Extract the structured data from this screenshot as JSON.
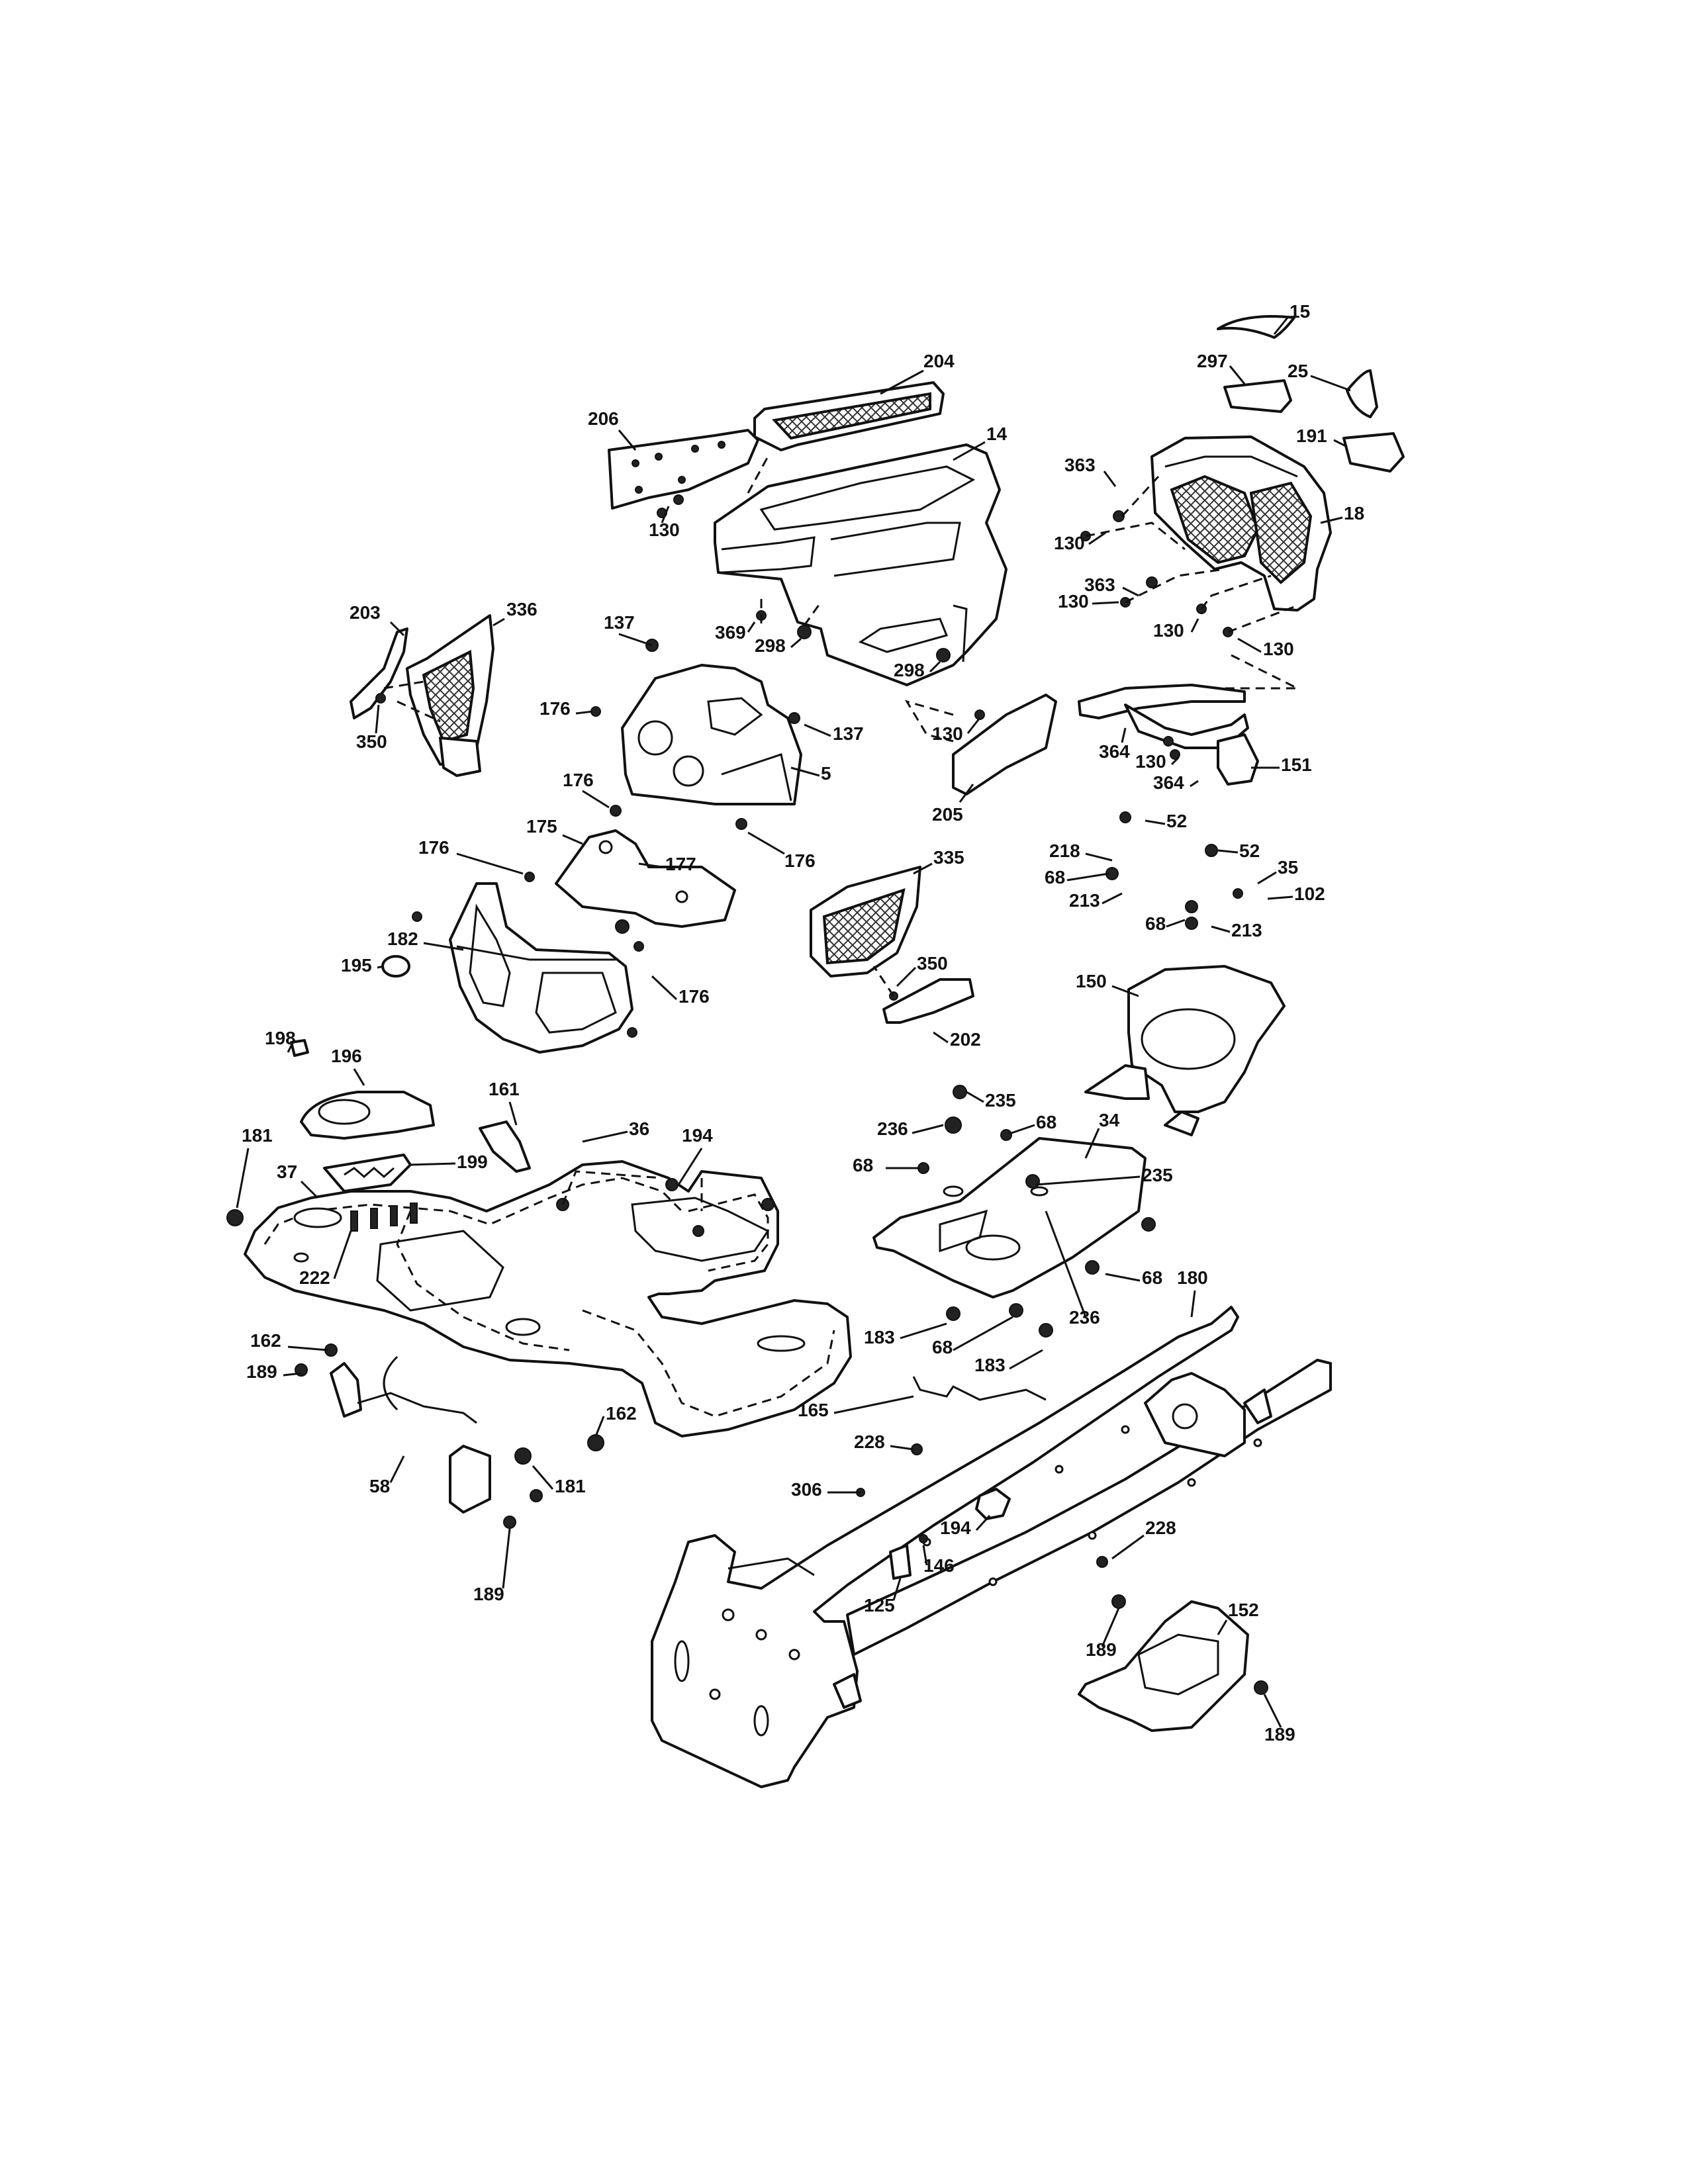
{
  "callouts": [
    {
      "id": "c-15",
      "label": "15"
    },
    {
      "id": "c-204",
      "label": "204"
    },
    {
      "id": "c-297",
      "label": "297"
    },
    {
      "id": "c-25",
      "label": "25"
    },
    {
      "id": "c-206",
      "label": "206"
    },
    {
      "id": "c-14",
      "label": "14"
    },
    {
      "id": "c-191",
      "label": "191"
    },
    {
      "id": "c-363a",
      "label": "363"
    },
    {
      "id": "c-130a",
      "label": "130"
    },
    {
      "id": "c-130b",
      "label": "130"
    },
    {
      "id": "c-18",
      "label": "18"
    },
    {
      "id": "c-363b",
      "label": "363"
    },
    {
      "id": "c-130c",
      "label": "130"
    },
    {
      "id": "c-203",
      "label": "203"
    },
    {
      "id": "c-336",
      "label": "336"
    },
    {
      "id": "c-137a",
      "label": "137"
    },
    {
      "id": "c-369",
      "label": "369"
    },
    {
      "id": "c-298a",
      "label": "298"
    },
    {
      "id": "c-130d",
      "label": "130"
    },
    {
      "id": "c-130e",
      "label": "130"
    },
    {
      "id": "c-298b",
      "label": "298"
    },
    {
      "id": "c-176a",
      "label": "176"
    },
    {
      "id": "c-137b",
      "label": "137"
    },
    {
      "id": "c-350a",
      "label": "350"
    },
    {
      "id": "c-130f",
      "label": "130"
    },
    {
      "id": "c-364a",
      "label": "364"
    },
    {
      "id": "c-130g",
      "label": "130"
    },
    {
      "id": "c-151",
      "label": "151"
    },
    {
      "id": "c-5",
      "label": "5"
    },
    {
      "id": "c-176b",
      "label": "176"
    },
    {
      "id": "c-205",
      "label": "205"
    },
    {
      "id": "c-364b",
      "label": "364"
    },
    {
      "id": "c-175",
      "label": "175"
    },
    {
      "id": "c-52a",
      "label": "52"
    },
    {
      "id": "c-176c",
      "label": "176"
    },
    {
      "id": "c-177",
      "label": "177"
    },
    {
      "id": "c-218",
      "label": "218"
    },
    {
      "id": "c-52b",
      "label": "52"
    },
    {
      "id": "c-335",
      "label": "335"
    },
    {
      "id": "c-176d",
      "label": "176"
    },
    {
      "id": "c-68a",
      "label": "68"
    },
    {
      "id": "c-35",
      "label": "35"
    },
    {
      "id": "c-213a",
      "label": "213"
    },
    {
      "id": "c-102",
      "label": "102"
    },
    {
      "id": "c-182",
      "label": "182"
    },
    {
      "id": "c-68b",
      "label": "68"
    },
    {
      "id": "c-213b",
      "label": "213"
    },
    {
      "id": "c-195",
      "label": "195"
    },
    {
      "id": "c-350b",
      "label": "350"
    },
    {
      "id": "c-176e",
      "label": "176"
    },
    {
      "id": "c-150",
      "label": "150"
    },
    {
      "id": "c-202",
      "label": "202"
    },
    {
      "id": "c-198",
      "label": "198"
    },
    {
      "id": "c-196",
      "label": "196"
    },
    {
      "id": "c-161",
      "label": "161"
    },
    {
      "id": "c-235a",
      "label": "235"
    },
    {
      "id": "c-36",
      "label": "36"
    },
    {
      "id": "c-194a",
      "label": "194"
    },
    {
      "id": "c-236a",
      "label": "236"
    },
    {
      "id": "c-68c",
      "label": "68"
    },
    {
      "id": "c-34",
      "label": "34"
    },
    {
      "id": "c-181a",
      "label": "181"
    },
    {
      "id": "c-37",
      "label": "37"
    },
    {
      "id": "c-199",
      "label": "199"
    },
    {
      "id": "c-68d",
      "label": "68"
    },
    {
      "id": "c-235b",
      "label": "235"
    },
    {
      "id": "c-222",
      "label": "222"
    },
    {
      "id": "c-68e",
      "label": "68"
    },
    {
      "id": "c-180",
      "label": "180"
    },
    {
      "id": "c-236b",
      "label": "236"
    },
    {
      "id": "c-183a",
      "label": "183"
    },
    {
      "id": "c-68f",
      "label": "68"
    },
    {
      "id": "c-162a",
      "label": "162"
    },
    {
      "id": "c-183b",
      "label": "183"
    },
    {
      "id": "c-189a",
      "label": "189"
    },
    {
      "id": "c-165",
      "label": "165"
    },
    {
      "id": "c-162b",
      "label": "162"
    },
    {
      "id": "c-228a",
      "label": "228"
    },
    {
      "id": "c-58",
      "label": "58"
    },
    {
      "id": "c-181b",
      "label": "181"
    },
    {
      "id": "c-306",
      "label": "306"
    },
    {
      "id": "c-194b",
      "label": "194"
    },
    {
      "id": "c-228b",
      "label": "228"
    },
    {
      "id": "c-146",
      "label": "146"
    },
    {
      "id": "c-189b",
      "label": "189"
    },
    {
      "id": "c-152",
      "label": "152"
    },
    {
      "id": "c-125",
      "label": "125"
    },
    {
      "id": "c-189c",
      "label": "189"
    },
    {
      "id": "c-189d",
      "label": "189"
    }
  ]
}
